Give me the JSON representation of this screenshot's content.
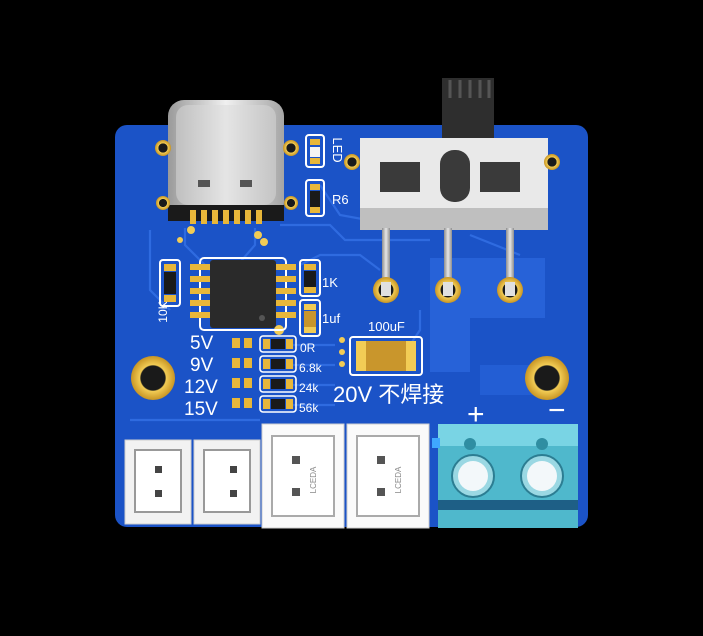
{
  "board": {
    "labels": {
      "led": "LED",
      "r6": "R6",
      "r_10k": "10K",
      "r_1k": "1K",
      "c_1uf": "1uf",
      "c_100uf": "100uF",
      "note_20v": "20V 不焊接",
      "plus": "+",
      "minus": "−",
      "lceda_1": "LCEDA",
      "lceda_2": "LCEDA"
    },
    "voltages": [
      "5V",
      "9V",
      "12V",
      "15V"
    ],
    "resistors": [
      "0R",
      "6.8k",
      "24k",
      "56k"
    ]
  },
  "colors": {
    "pcb": "#1b53c7",
    "pcb_dark": "#0f3fa8",
    "pad_gold": "#e8b73a",
    "terminal": "#5cc3d6",
    "silk": "#ffffff"
  }
}
